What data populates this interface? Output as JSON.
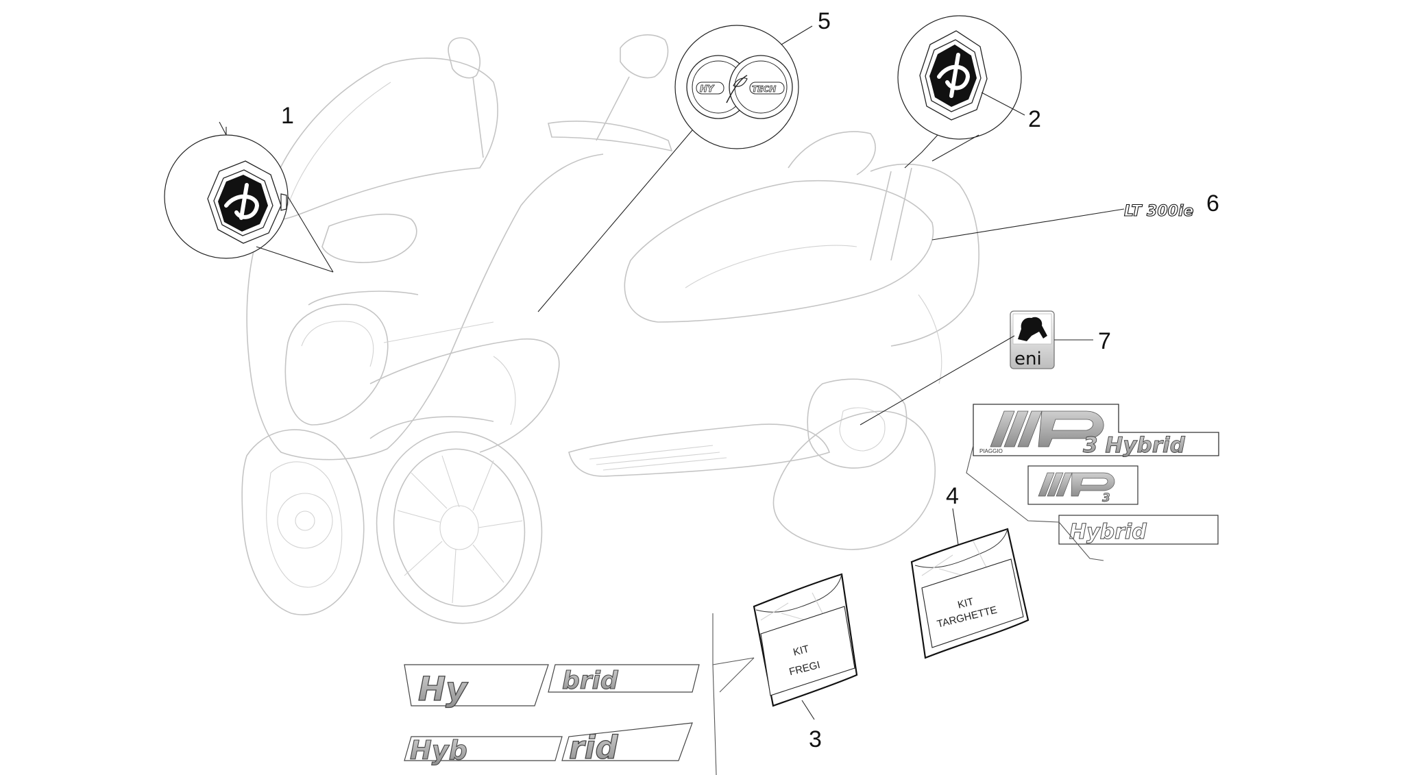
{
  "callouts": {
    "c1": "1",
    "c2": "2",
    "c3": "3",
    "c4": "4",
    "c5": "5",
    "c6": "6",
    "c7": "7"
  },
  "kits": {
    "fregi": {
      "line1": "KIT",
      "line2": "FREGI"
    },
    "targhette": {
      "line1": "KIT",
      "line2": "TARGHETTE"
    }
  },
  "decals": {
    "hytech_left": "HY",
    "hytech_right": "TECH",
    "lt": "LT 300ie",
    "eni": "eni",
    "mp3_brand": "PIAGGIO",
    "mp3_hybrid": "3 Hybrid",
    "mp3_small_sub": "3",
    "hybrid_small": "Hybrid",
    "hybrid_big_a_left": "Hy",
    "hybrid_big_a_right": "brid",
    "hybrid_big_b_left": "Hyb",
    "hybrid_big_b_right": "rid"
  },
  "colors": {
    "line": "#c4c4c4",
    "ink": "#111111",
    "decal_grey": "#9a9a9a"
  }
}
